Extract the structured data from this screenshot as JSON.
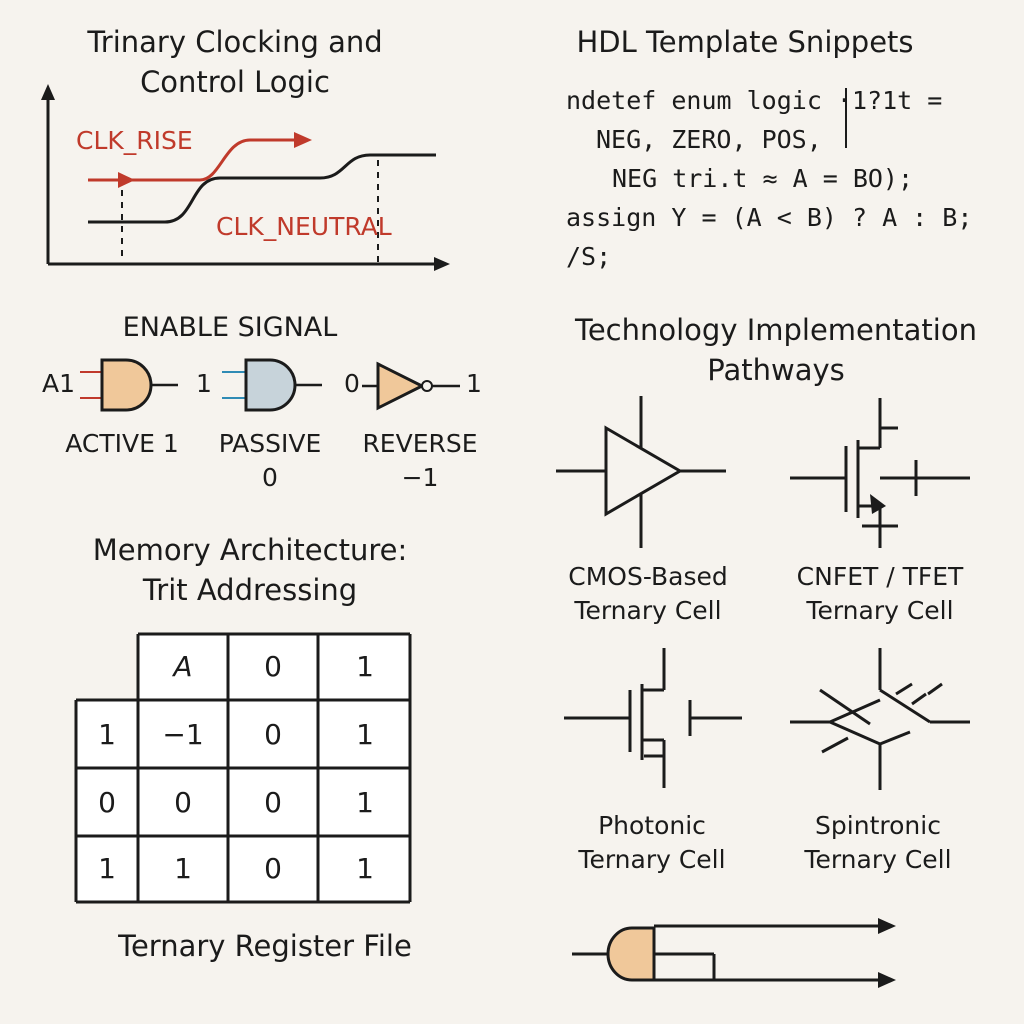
{
  "clocking": {
    "title_line1": "Trinary Clocking and",
    "title_line2": "Control Logic",
    "label_rise": "CLK_RISE",
    "label_neutral": "CLK_NEUTRAL",
    "accent": "#c03a2b"
  },
  "hdl": {
    "title": "HDL Template Snippets",
    "lines": [
      "ndetef enum logic ·1?1t =",
      "NEG, ZERO, POS,",
      "NEG tri.t ≈ A = BO);",
      "assign Y = (A < B) ? A : B;",
      "/S;"
    ]
  },
  "enable": {
    "title": "ENABLE SIGNAL",
    "gates": [
      {
        "input": "A1",
        "label_line1": "ACTIVE 1",
        "label_line2": "",
        "color": "#f0c89a"
      },
      {
        "input": "1",
        "label_line1": "PASSIVE",
        "label_line2": "0",
        "color": "#c7d3da"
      },
      {
        "input": "0",
        "output": "1",
        "label_line1": "REVERSE",
        "label_line2": "−1",
        "color": "#f0c89a"
      }
    ]
  },
  "memory": {
    "title_line1": "Memory Architecture:",
    "title_line2": "Trit Addressing",
    "header": [
      "A",
      "0",
      "1"
    ],
    "rows": [
      {
        "address": "1",
        "cells": [
          "−1",
          "0",
          "1"
        ]
      },
      {
        "address": "0",
        "cells": [
          "0",
          "0",
          "1"
        ]
      },
      {
        "address": "1",
        "cells": [
          "1",
          "0",
          "1"
        ]
      }
    ],
    "caption": "Ternary Register File"
  },
  "technology": {
    "title_line1": "Technology Implementation",
    "title_line2": "Pathways",
    "cells": [
      {
        "line1": "CMOS-Based",
        "line2": "Ternary Cell"
      },
      {
        "line1": "CNFET / TFET",
        "line2": "Ternary Cell"
      },
      {
        "line1": "Photonic",
        "line2": "Ternary Cell"
      },
      {
        "line1": "Spintronic",
        "line2": "Ternary Cell"
      }
    ]
  }
}
